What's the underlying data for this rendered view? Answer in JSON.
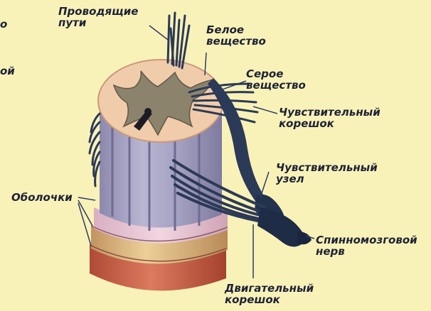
{
  "labels": {
    "edge_left_1": "о",
    "edge_left_2": "ой",
    "conducting_pathways": [
      "Проводящие",
      "пути"
    ],
    "white_matter": [
      "Белое",
      "вещество"
    ],
    "gray_matter": [
      "Серое",
      "вещество"
    ],
    "sensory_root": [
      "Чувствительный",
      "корешок"
    ],
    "sensory_ganglion": [
      "Чувствительный",
      "узел"
    ],
    "meninges": "Оболочки",
    "spinal_nerve": [
      "Спинномозговой",
      "нерв"
    ],
    "motor_root": [
      "Двигательный",
      "корешок"
    ]
  },
  "colors": {
    "background": "#f9f2b8",
    "white_matter": "#f1ccaa",
    "gray_matter": "#8c836d",
    "column": "#a7a3c2",
    "nerve": "#2b3a56",
    "meninges_pink": "#e6c2cf",
    "meninges_gold": "#d9b27a",
    "meninges_red": "#c95c45",
    "text": "#1d2236"
  }
}
